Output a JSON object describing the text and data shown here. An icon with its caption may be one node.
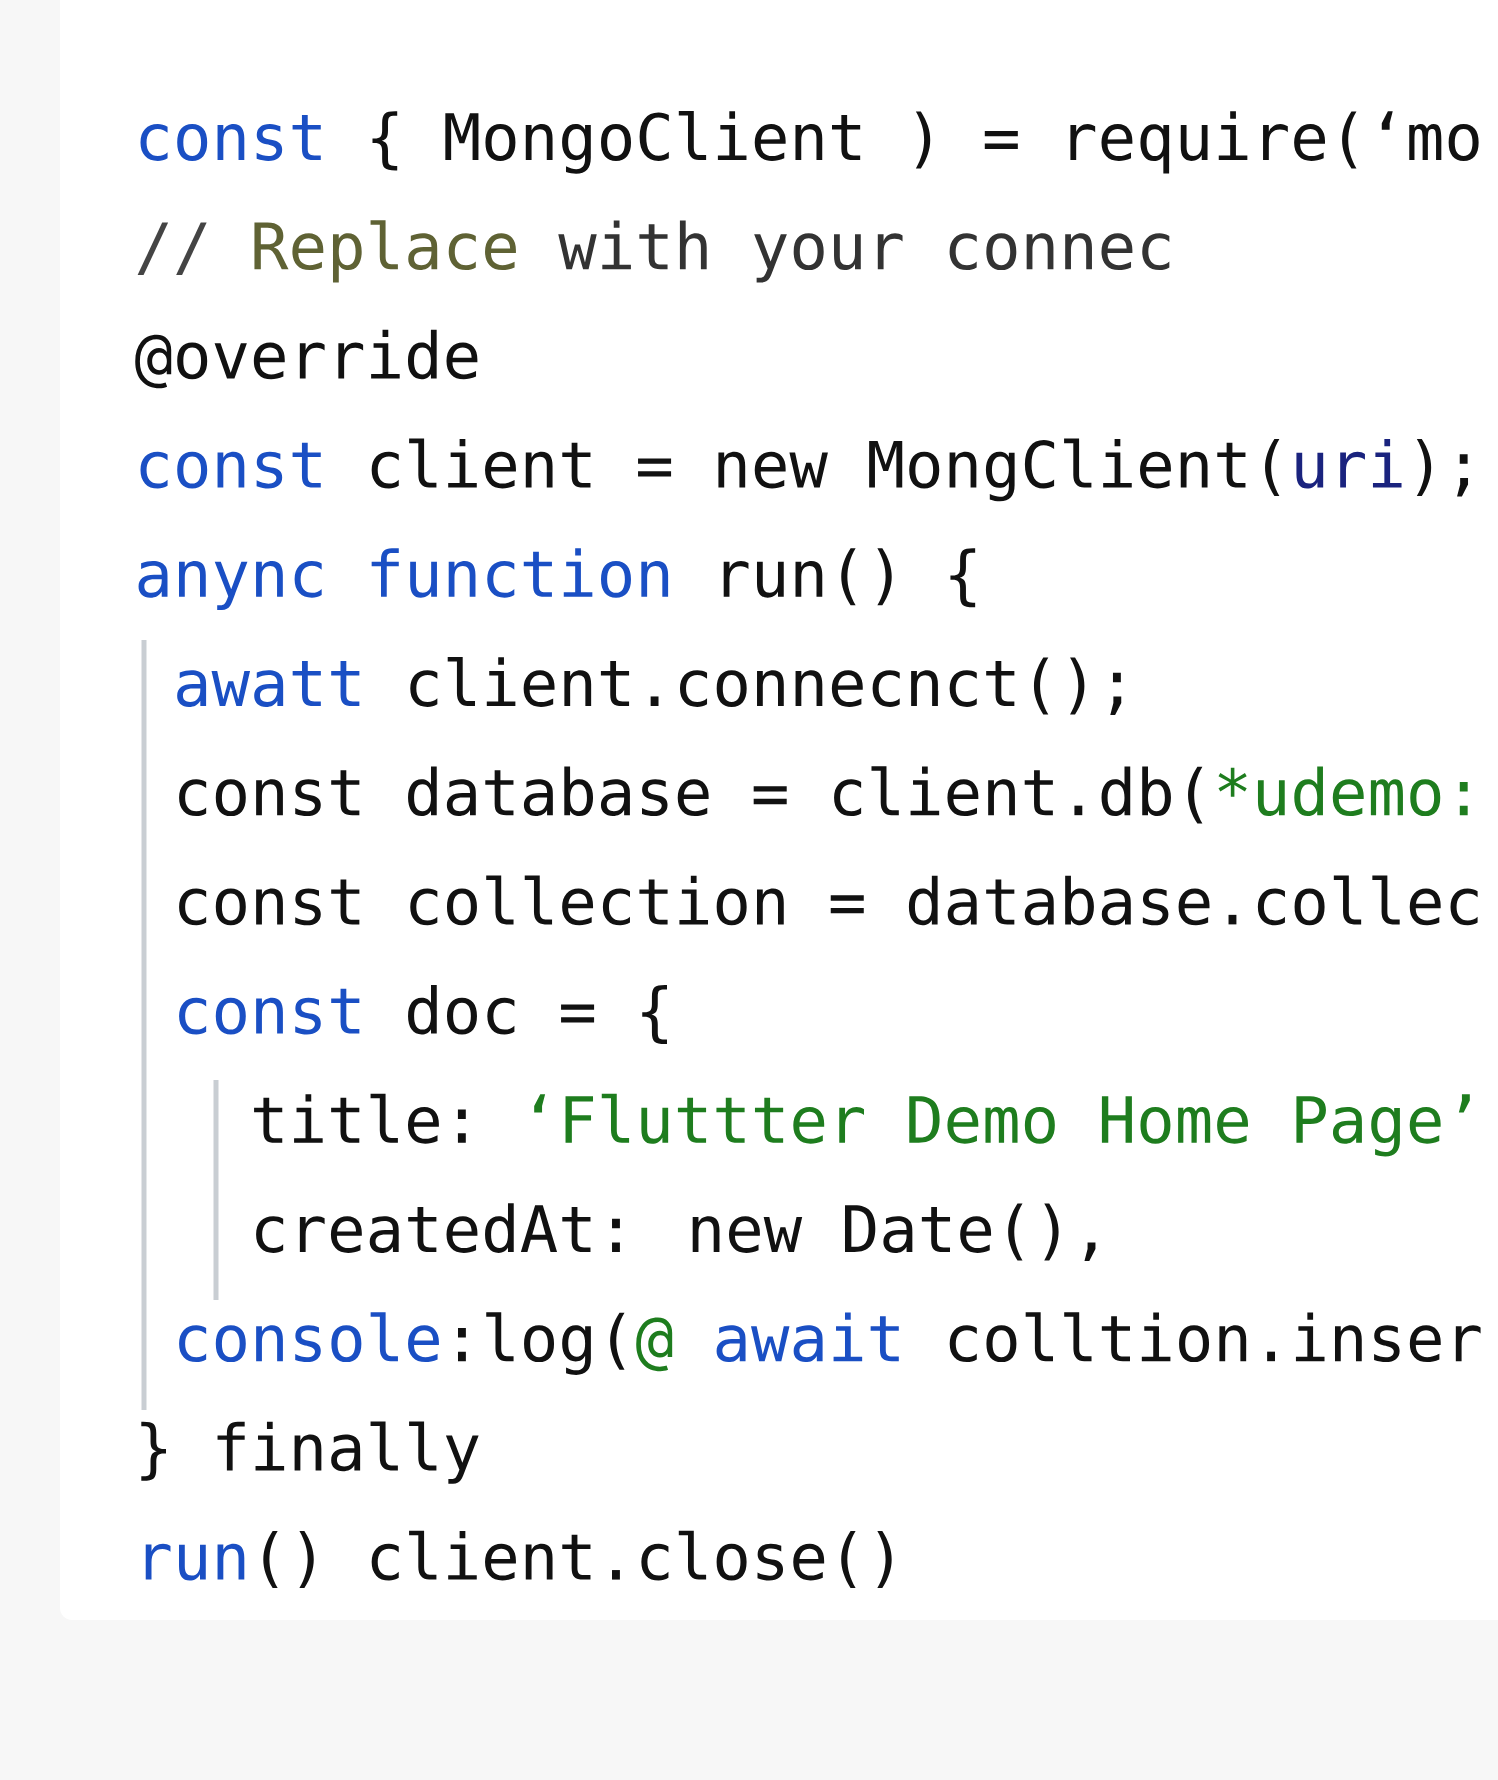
{
  "diagram": {
    "labels": [
      "const",
      "{ MongoClient ) = require(‘mo",
      "//",
      "Replace",
      "with your connec",
      "@override",
      "const",
      "client = new MongClient(",
      "uri",
      ");",
      "anync function",
      "run() {",
      "awatt",
      "client.connecnct();",
      "const database = client.db(",
      "*udemo:",
      "const collection = database.collec",
      "const",
      "doc = {",
      "title:",
      "‘Fluttter Demo Home Page’",
      "createdAt: new Date(),",
      "console",
      ":log(",
      "@",
      "await",
      "colltion.inser",
      "} finally",
      "run",
      "() client.close()"
    ]
  }
}
